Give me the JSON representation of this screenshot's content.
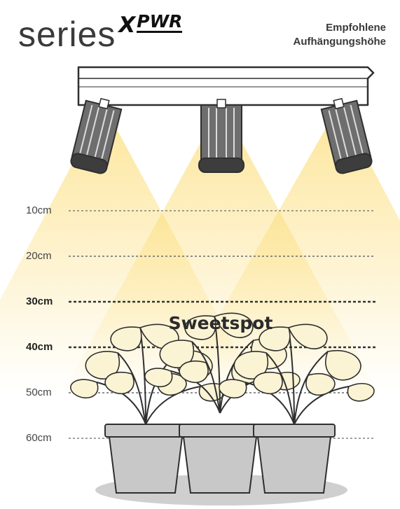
{
  "logo": {
    "series": "series",
    "x": "X",
    "pwr": "PWR"
  },
  "heading": {
    "line1": "Empfohlene",
    "line2": "Aufhängungshöhe"
  },
  "heights": [
    {
      "label": "10cm",
      "emphasis": false
    },
    {
      "label": "20cm",
      "emphasis": false
    },
    {
      "label": "30cm",
      "emphasis": true
    },
    {
      "label": "40cm",
      "emphasis": true
    },
    {
      "label": "50cm",
      "emphasis": false
    },
    {
      "label": "60cm",
      "emphasis": false
    }
  ],
  "sweetspot_label": "Sweetspot",
  "colors": {
    "light": "#fbd760",
    "line_art": "#2f2f2f",
    "pot": "#c8c8c8",
    "module": "#5a5a5a",
    "leaf": "#fbf4d4"
  }
}
